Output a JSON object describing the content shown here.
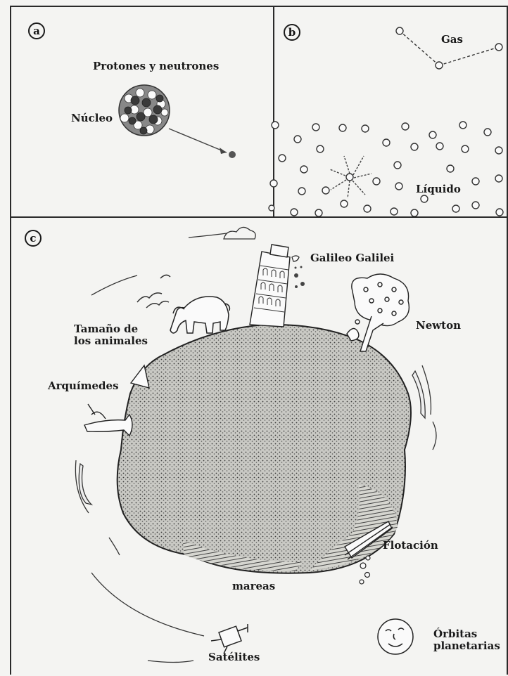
{
  "panels": {
    "a": {
      "badge": "a",
      "labels": {
        "protons": "Protones y neutrones",
        "nucleus": "Núcleo"
      }
    },
    "b": {
      "badge": "b",
      "labels": {
        "gas": "Gas",
        "liquid": "Líquido"
      }
    },
    "c": {
      "badge": "c",
      "labels": {
        "galileo": "Galileo Galilei",
        "newton": "Newton",
        "animals": "Tamaño de los animales",
        "archimedes": "Arquímedes",
        "flotation": "Flotación",
        "tides": "mareas",
        "satellites": "Satélites",
        "orbits": "Órbitas planetarias"
      }
    }
  },
  "icons": [
    "nucleus-icon",
    "electron-icon",
    "gas-molecules-icon",
    "liquid-molecules-icon",
    "cloud-icon",
    "birds-icon",
    "elephant-icon",
    "tower-of-pisa-icon",
    "tree-icon",
    "planet-icon",
    "ship-icon",
    "satellite-icon",
    "moon-face-icon",
    "archimedes-figure-icon"
  ]
}
